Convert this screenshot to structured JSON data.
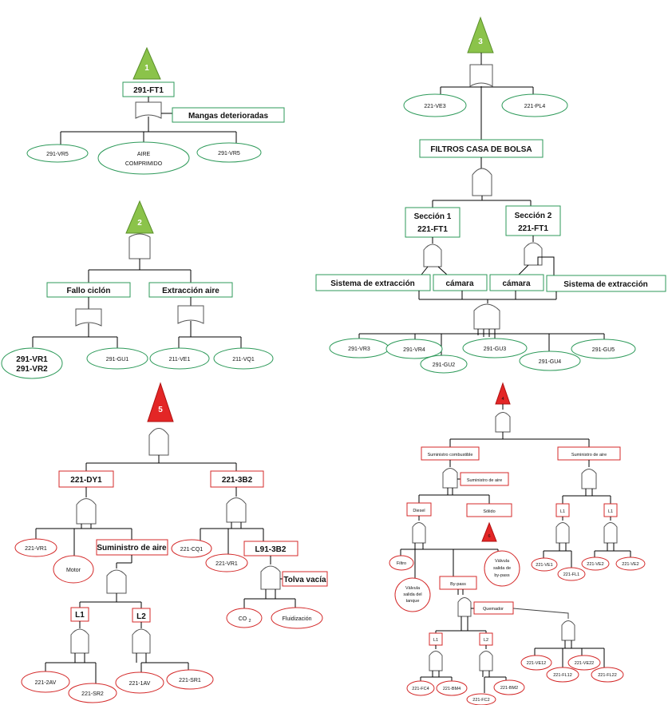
{
  "colors": {
    "green_accent": "#8bc34a",
    "green_stroke": "#2e9a5a",
    "red_accent": "#e32626",
    "red_stroke": "#d42a2a"
  },
  "tree1": {
    "marker": "1",
    "top": "291-FT1",
    "side": "Mangas deterioradas",
    "leaves": [
      "291-VR5",
      "AIRE",
      "COMPRIMIDO",
      "291-VR5"
    ]
  },
  "tree2": {
    "marker": "2",
    "left": "Fallo ciclón",
    "right": "Extracción aire",
    "leaves": [
      "291-VR1",
      "291-VR2",
      "291-GU1",
      "211-VE1",
      "211-VQ1"
    ]
  },
  "tree3": {
    "marker": "3",
    "leaves_top": [
      "221-VE3",
      "221-PL4"
    ],
    "main": "FILTROS CASA DE BOLSA",
    "s1_a": "Sección 1",
    "s1_b": "221-FT1",
    "s2_a": "Sección 2",
    "s2_b": "221-FT1",
    "bar": [
      "Sistema de extracción",
      "cámara",
      "cámara",
      "Sistema de extracción"
    ],
    "leaves": [
      "291-VR3",
      "291-VR4",
      "291-GU2",
      "291-GU3",
      "291-GU4",
      "291-GU5"
    ]
  },
  "tree5": {
    "marker": "5",
    "left": "221-DY1",
    "right": "221-3B2",
    "suministro": "Suministro de aire",
    "l91": "L91-3B2",
    "tolva": "Tolva vacía",
    "l1": "L1",
    "l2": "L2",
    "leaves": [
      "221-VR1",
      "Motor",
      "221-CQ1",
      "221-VR1",
      "CO",
      "2",
      "Fluidización",
      "221-2AV",
      "221-SR2",
      "221-1AV",
      "221-SR1"
    ]
  },
  "tree4": {
    "marker": "4",
    "marker_small": "6",
    "comb": "Suministro combustible",
    "aire": "Suministro de aire",
    "aire2": "Suministro de aire",
    "diesel": "Diesel",
    "solido": "Sólido",
    "bypass": "By-pass",
    "quemador": "Quemador",
    "l1a": "L1",
    "l1b": "L1",
    "l2": "L2",
    "l1c": "L1",
    "filtro": "Filtro",
    "valv_tanque": [
      "Válvula",
      "salida del",
      "tanque"
    ],
    "valv_bypass": [
      "Válvula",
      "salida de",
      "by-pass"
    ],
    "leaves_right": [
      "221-VE1",
      "221-FL1",
      "221-VE2",
      "221-VE2"
    ],
    "leaves_bottom": [
      "221-FC4",
      "221-BM4",
      "221-FC2",
      "221-BM2",
      "221-VE12",
      "221-FL12",
      "221-VE22",
      "221-FL22"
    ]
  }
}
